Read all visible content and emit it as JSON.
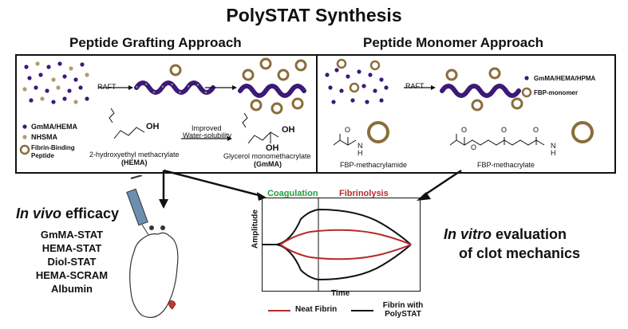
{
  "title": "PolySTAT Synthesis",
  "left_panel": {
    "heading": "Peptide Grafting Approach",
    "raft_label": "RAFT",
    "legend": [
      "GmMA/HEMA",
      "NHSMA",
      "Fibrin-Binding Peptide"
    ],
    "hema_name": "2-hydroxyethyl methacrylate",
    "hema_abbr": "(HEMA)",
    "arrow_note_line1": "Improved",
    "arrow_note_line2": "Water-solubility",
    "gmma_name": "Glycerol monomethacrylate",
    "gmma_abbr": "(GmMA)",
    "oh": "OH"
  },
  "right_panel": {
    "heading": "Peptide Monomer Approach",
    "raft_label": "RAFT",
    "legend": [
      "GmMA/HEMA/HPMA",
      "FBP-monomer"
    ],
    "fbp_amide": "FBP-methacrylamide",
    "fbp_ester": "FBP-methacrylate",
    "o": "O",
    "nh": "N",
    "h": "H"
  },
  "in_vivo": {
    "heading_italic": "In vivo",
    "heading_rest": " efficacy",
    "items": [
      "GmMA-STAT",
      "HEMA-STAT",
      "Diol-STAT",
      "HEMA-SCRAM",
      "Albumin"
    ]
  },
  "in_vitro": {
    "heading_italic": "In vitro",
    "heading_rest": " evaluation",
    "line2": "of clot mechanics"
  },
  "chart": {
    "coagulation_label": "Coagulation",
    "fibrinolysis_label": "Fibrinolysis",
    "xlabel": "Time",
    "ylabel": "Amplitude",
    "legend": [
      "Neat Fibrin",
      "Fibrin with PolySTAT"
    ]
  },
  "colors": {
    "purple": "#3b1a78",
    "tan": "#b59a6b",
    "tan_dark": "#8a6d3b",
    "green": "#1f9e3a",
    "red": "#b52a2a",
    "black": "#111111"
  }
}
